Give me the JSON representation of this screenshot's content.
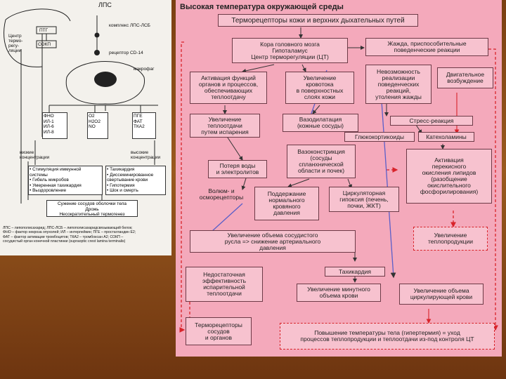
{
  "left_diagram": {
    "lps": "ЛПС",
    "ptg": "ПТГ",
    "center_thermo": "Центр\nтермо-\nрегу-\nляции",
    "sokp": "СОКП",
    "complex": "комплекс ЛПС-ЛСБ",
    "receptor": "рецептор CD-14",
    "macrophage": "макрофаг",
    "left_col": "ФНО\nИЛ-1\nИЛ-6\nИЛ-8",
    "mid_col": "O2\nH2O2\nNO",
    "right_col": "ПГЕ\nФАТ\nТКА2",
    "low_conc_left": "низкие\nконцентрации",
    "high_conc_right": "высокие\nконцентрации",
    "effects_left": "• Стимуляция иммунной\n  системы\n• Гибель микробов\n• Умеренная тахикардия\n• Выздоровление",
    "effects_right": "• Тахикардия\n• Диссеминированное\n  свертывание крови\n• Гипотермия\n• Шок и смерть",
    "bottom_box": "Сужение сосудов оболочки тела\nДрожь\nНесократительный термогенез",
    "legend": "ЛПС – липополисахарид; ЛПС-ЛСБ – липополисахаридсвязывающий белок;\nФНО – фактор некроза опухолей; ИЛ – интерлейкин; ПГЕ – простагландин Е2;\nФАТ – фактор активации тромбоцитов; ТКА2 – тромбоксан А2; СОКП –\nсосудистый орган конечной пластинки (supraoptic crest lamina terminalis)"
  },
  "right_diagram": {
    "title": "Высокая температура окружающей среды",
    "subtitle": "Терморецепторы кожи и верхних дыхательных путей",
    "cortex": "Кора головного мозга\nГипоталамус\nЦентр терморегуляции (ЦТ)",
    "thirst": "Жажда, приспособительные\nповеденческие реакции",
    "activation": "Активация функций\nорганов и процессов,\nобеспечивающих\nтеплоотдачу",
    "blood_flow": "Увеличение\nкровотока\nв поверхностных\nслоях кожи",
    "impossibility": "Невозможность\nреализации\nповеденческих\nреакций,\nутоления жажды",
    "motor": "Двигательное\nвозбуждение",
    "heat_loss": "Увеличение\nтеплоотдачи\nпутем испарения",
    "vasodilation": "Вазодилатация\n(кожные сосуды)",
    "stress": "Стресс-реакция",
    "glucocorticoids": "Глюкокортикоиды",
    "catecholamines": "Катехоламины",
    "water_loss": "Потеря воды\nи электролитов",
    "vasoconstriction": "Вазоконстрикция\n(сосуды\nспланхнической\nобласти и почек)",
    "lipid": "Активация\nперекисного\nокисления липидов\n(разобщение\nокислительного\nфосфорилирования)",
    "volume": "Волюм- и\nосморецепторы",
    "normal_pressure": "Поддержание\nнормального\nкровяного\nдавления",
    "hypoxia": "Циркуляторная\nгипоксия (печень,\nпочки, ЖКТ)",
    "vessel_bed": "Увеличение объема сосудистого\nрусла => снижение артериального\nдавления",
    "heat_production": "Увеличение\nтеплопродукции",
    "tachycardia": "Тахикардия",
    "insufficient": "Недостаточная\nэффективность\nиспарительной\nтеплоотдачи",
    "minute_volume": "Увеличение минутного\nобъема крови",
    "circ_volume": "Увеличение объема\nциркулирующей крови",
    "thermoreceptors": "Терморецепторы\nсосудов\nи органов",
    "hyperthermia": "Повышение температуры тела (гипертермия) = уход\nпроцессов теплопродукции и теплоотдачи из-под контроля ЦТ"
  }
}
